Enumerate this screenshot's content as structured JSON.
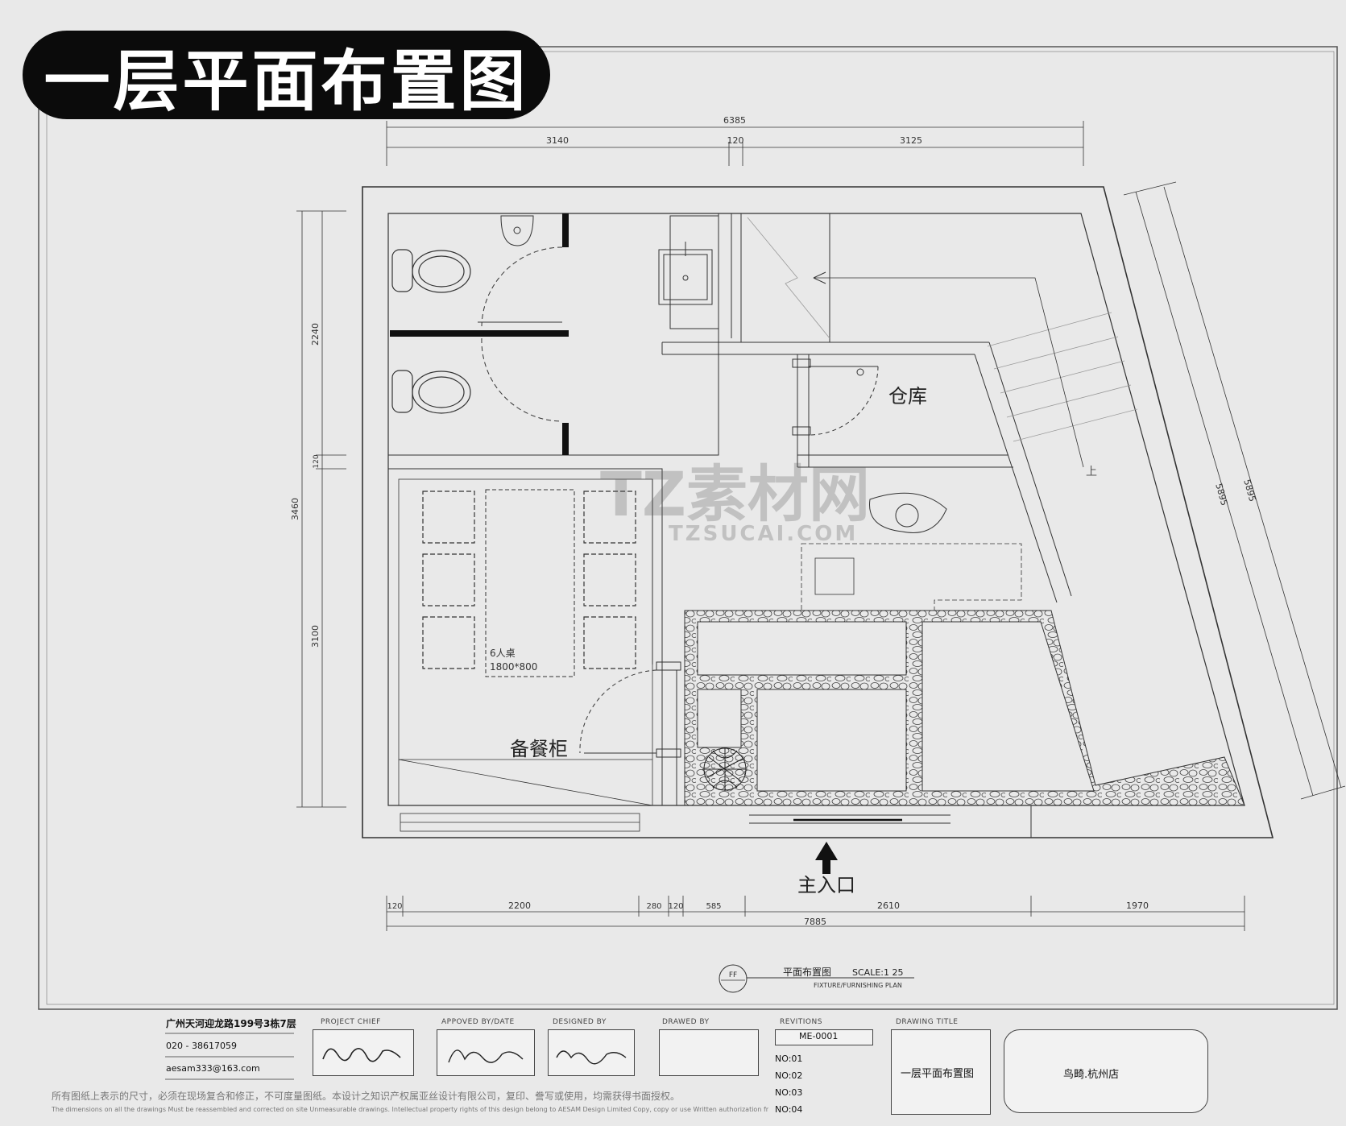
{
  "title": "一层平面布置图",
  "dimensions": {
    "top_total": "6385",
    "top_left": "3140",
    "top_mid": "120",
    "top_right": "3125",
    "left_total": "3460",
    "left_top": "2240",
    "left_mid": "120",
    "left_bottom": "3100",
    "right_diag": "5895",
    "right_diag2": "5895",
    "bottom": [
      "120",
      "2200",
      "280",
      "120",
      "585",
      "2610",
      "1970"
    ],
    "bottom_total": "7885"
  },
  "rooms": {
    "storage": "仓库",
    "table_label": "6人桌",
    "table_size": "1800*800",
    "cabinet": "备餐柜",
    "entrance": "主入口",
    "stair_up": "上"
  },
  "plan_caption": {
    "symbol": "FF",
    "title": "平面布置图",
    "scale": "SCALE:1 25",
    "subtitle": "FIXTURE/FURNISHING PLAN"
  },
  "watermark": {
    "brand": "TZ素材网",
    "url": "TZSUCAI.COM"
  },
  "title_block": {
    "address": "广州天河迎龙路199号3栋7层",
    "phone": "020 - 38617059",
    "email": "aesam333@163.com",
    "project_chief": "PROJECT CHIEF",
    "approved": "APPOVED BY/DATE",
    "designed": "DESIGNED BY",
    "drawn": "DRAWED BY",
    "revisions": "REVITIONS",
    "drawing_title_label": "DRAWING TITLE",
    "drawing_no": "ME-0001",
    "rev_list": [
      "NO:01",
      "NO:02",
      "NO:03",
      "NO:04"
    ],
    "drawing_title": "一层平面布置图",
    "project_name": "鸟畸.杭州店",
    "note_cn": "所有图纸上表示的尺寸，必须在现场复合和修正，不可度量图纸。本设计之知识产权属亚丝设计有限公司，复印、誊写或使用，均需获得书面授权。",
    "note_en": "The dimensions on all the drawings Must be reassembled and corrected on site Unmeasurable drawings. Intellectual property rights of this design belong to AESAM Design Limited Copy, copy or use Written authorization from req"
  }
}
